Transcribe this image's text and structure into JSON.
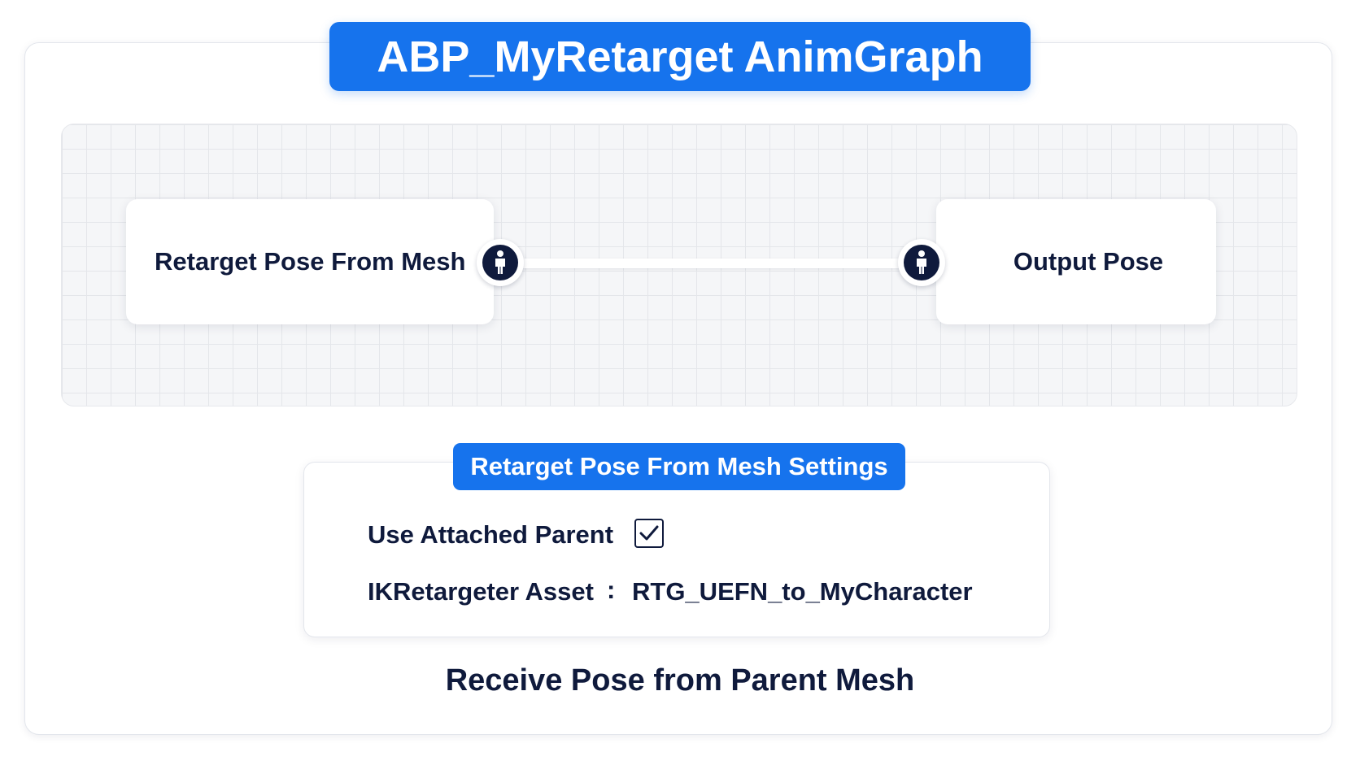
{
  "title": "ABP_MyRetarget AnimGraph",
  "graph": {
    "nodes": {
      "retarget": {
        "label": "Retarget Pose From Mesh",
        "pin_icon": "person-icon"
      },
      "output": {
        "label": "Output Pose",
        "pin_icon": "person-icon"
      }
    }
  },
  "settings": {
    "header": "Retarget Pose From Mesh Settings",
    "use_attached_parent": {
      "label": "Use Attached Parent",
      "checked": true
    },
    "ik_retargeter_asset": {
      "label": "IKRetargeter Asset",
      "separator": ":",
      "value": "RTG_UEFN_to_MyCharacter"
    }
  },
  "caption": "Receive Pose from Parent Mesh",
  "colors": {
    "accent": "#1673ed",
    "text": "#0f1a3c",
    "canvas": "#f5f6f8"
  }
}
